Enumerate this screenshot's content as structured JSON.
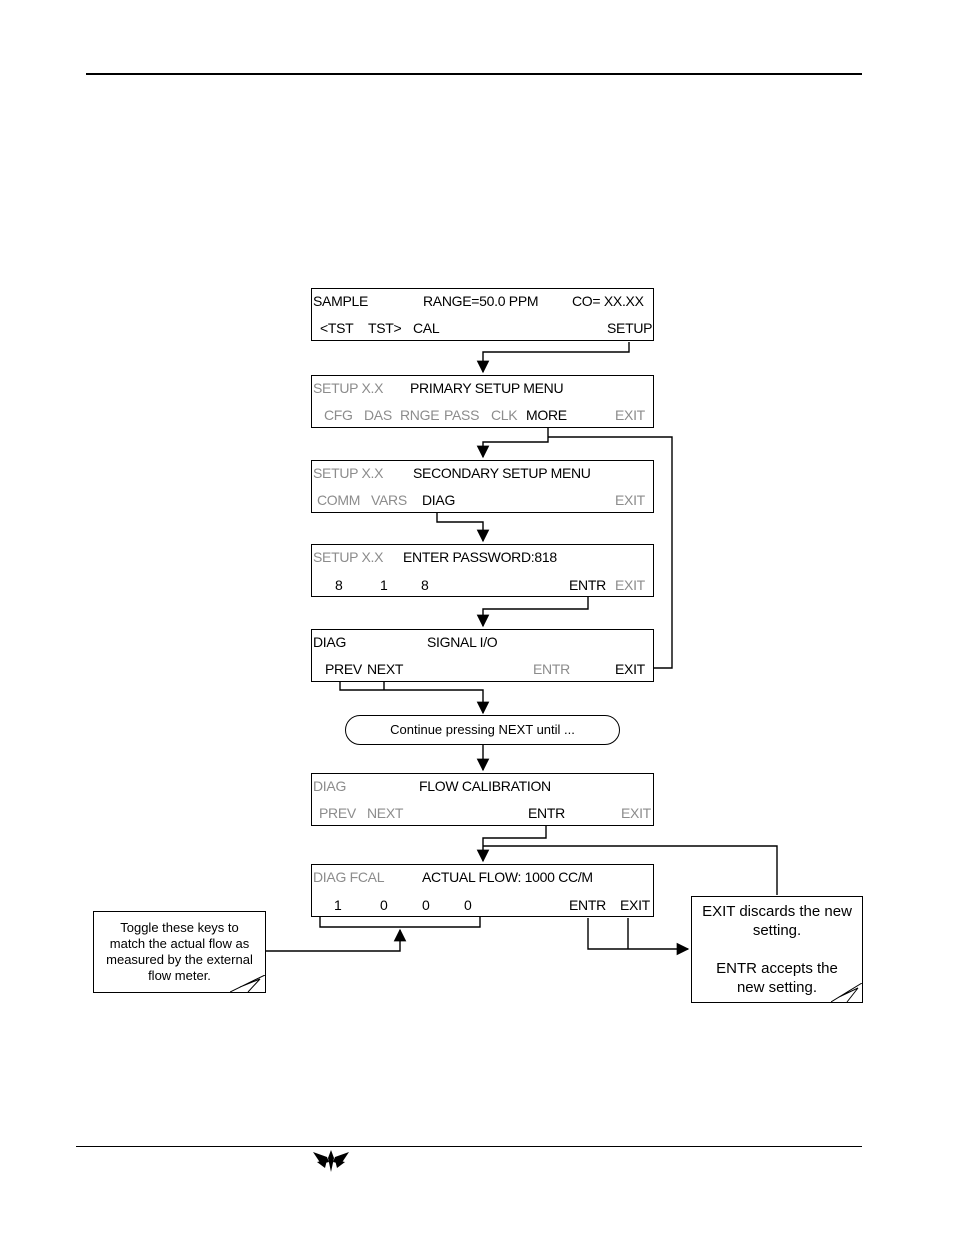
{
  "panels": [
    {
      "line1": {
        "left": "SAMPLE",
        "mid": "RANGE=50.0 PPM",
        "right": "CO= XX.XX"
      },
      "keys": [
        "<TST",
        "TST>",
        "CAL",
        "SETUP"
      ]
    },
    {
      "line1": {
        "left": "SETUP X.X",
        "mid": "PRIMARY SETUP MENU"
      },
      "keys": [
        "CFG",
        "DAS",
        "RNGE",
        "PASS",
        "CLK",
        "MORE",
        "EXIT"
      ]
    },
    {
      "line1": {
        "left": "SETUP X.X",
        "mid": "SECONDARY SETUP MENU"
      },
      "keys": [
        "COMM",
        "VARS",
        "DIAG",
        "EXIT"
      ]
    },
    {
      "line1": {
        "left": "SETUP X.X",
        "mid": "ENTER PASSWORD:818"
      },
      "keys": [
        "8",
        "1",
        "8",
        "ENTR",
        "EXIT"
      ]
    },
    {
      "line1": {
        "left": "DIAG",
        "mid": "SIGNAL I/O"
      },
      "keys": [
        "PREV",
        "NEXT",
        "ENTR",
        "EXIT"
      ]
    },
    {
      "line1": {
        "left": "DIAG",
        "mid": "FLOW CALIBRATION"
      },
      "keys": [
        "PREV",
        "NEXT",
        "ENTR",
        "EXIT"
      ]
    },
    {
      "line1": {
        "left": "DIAG FCAL",
        "mid": "ACTUAL FLOW: 1000 CC/M"
      },
      "keys": [
        "1",
        "0",
        "0",
        "0",
        "ENTR",
        "EXIT"
      ]
    }
  ],
  "continue_note": "Continue pressing NEXT  until ...",
  "toggle_note": [
    "Toggle these keys to",
    "match the actual flow as",
    "measured by the external",
    "flow meter."
  ],
  "exit_note": {
    "line1_key": "EXIT",
    "line1_rest": " discards the new",
    "line2": "setting.",
    "line3_key": "ENTR",
    "line3_rest": " accepts the",
    "line4": "new setting."
  },
  "logo_icon": "teledyne-logo-icon"
}
